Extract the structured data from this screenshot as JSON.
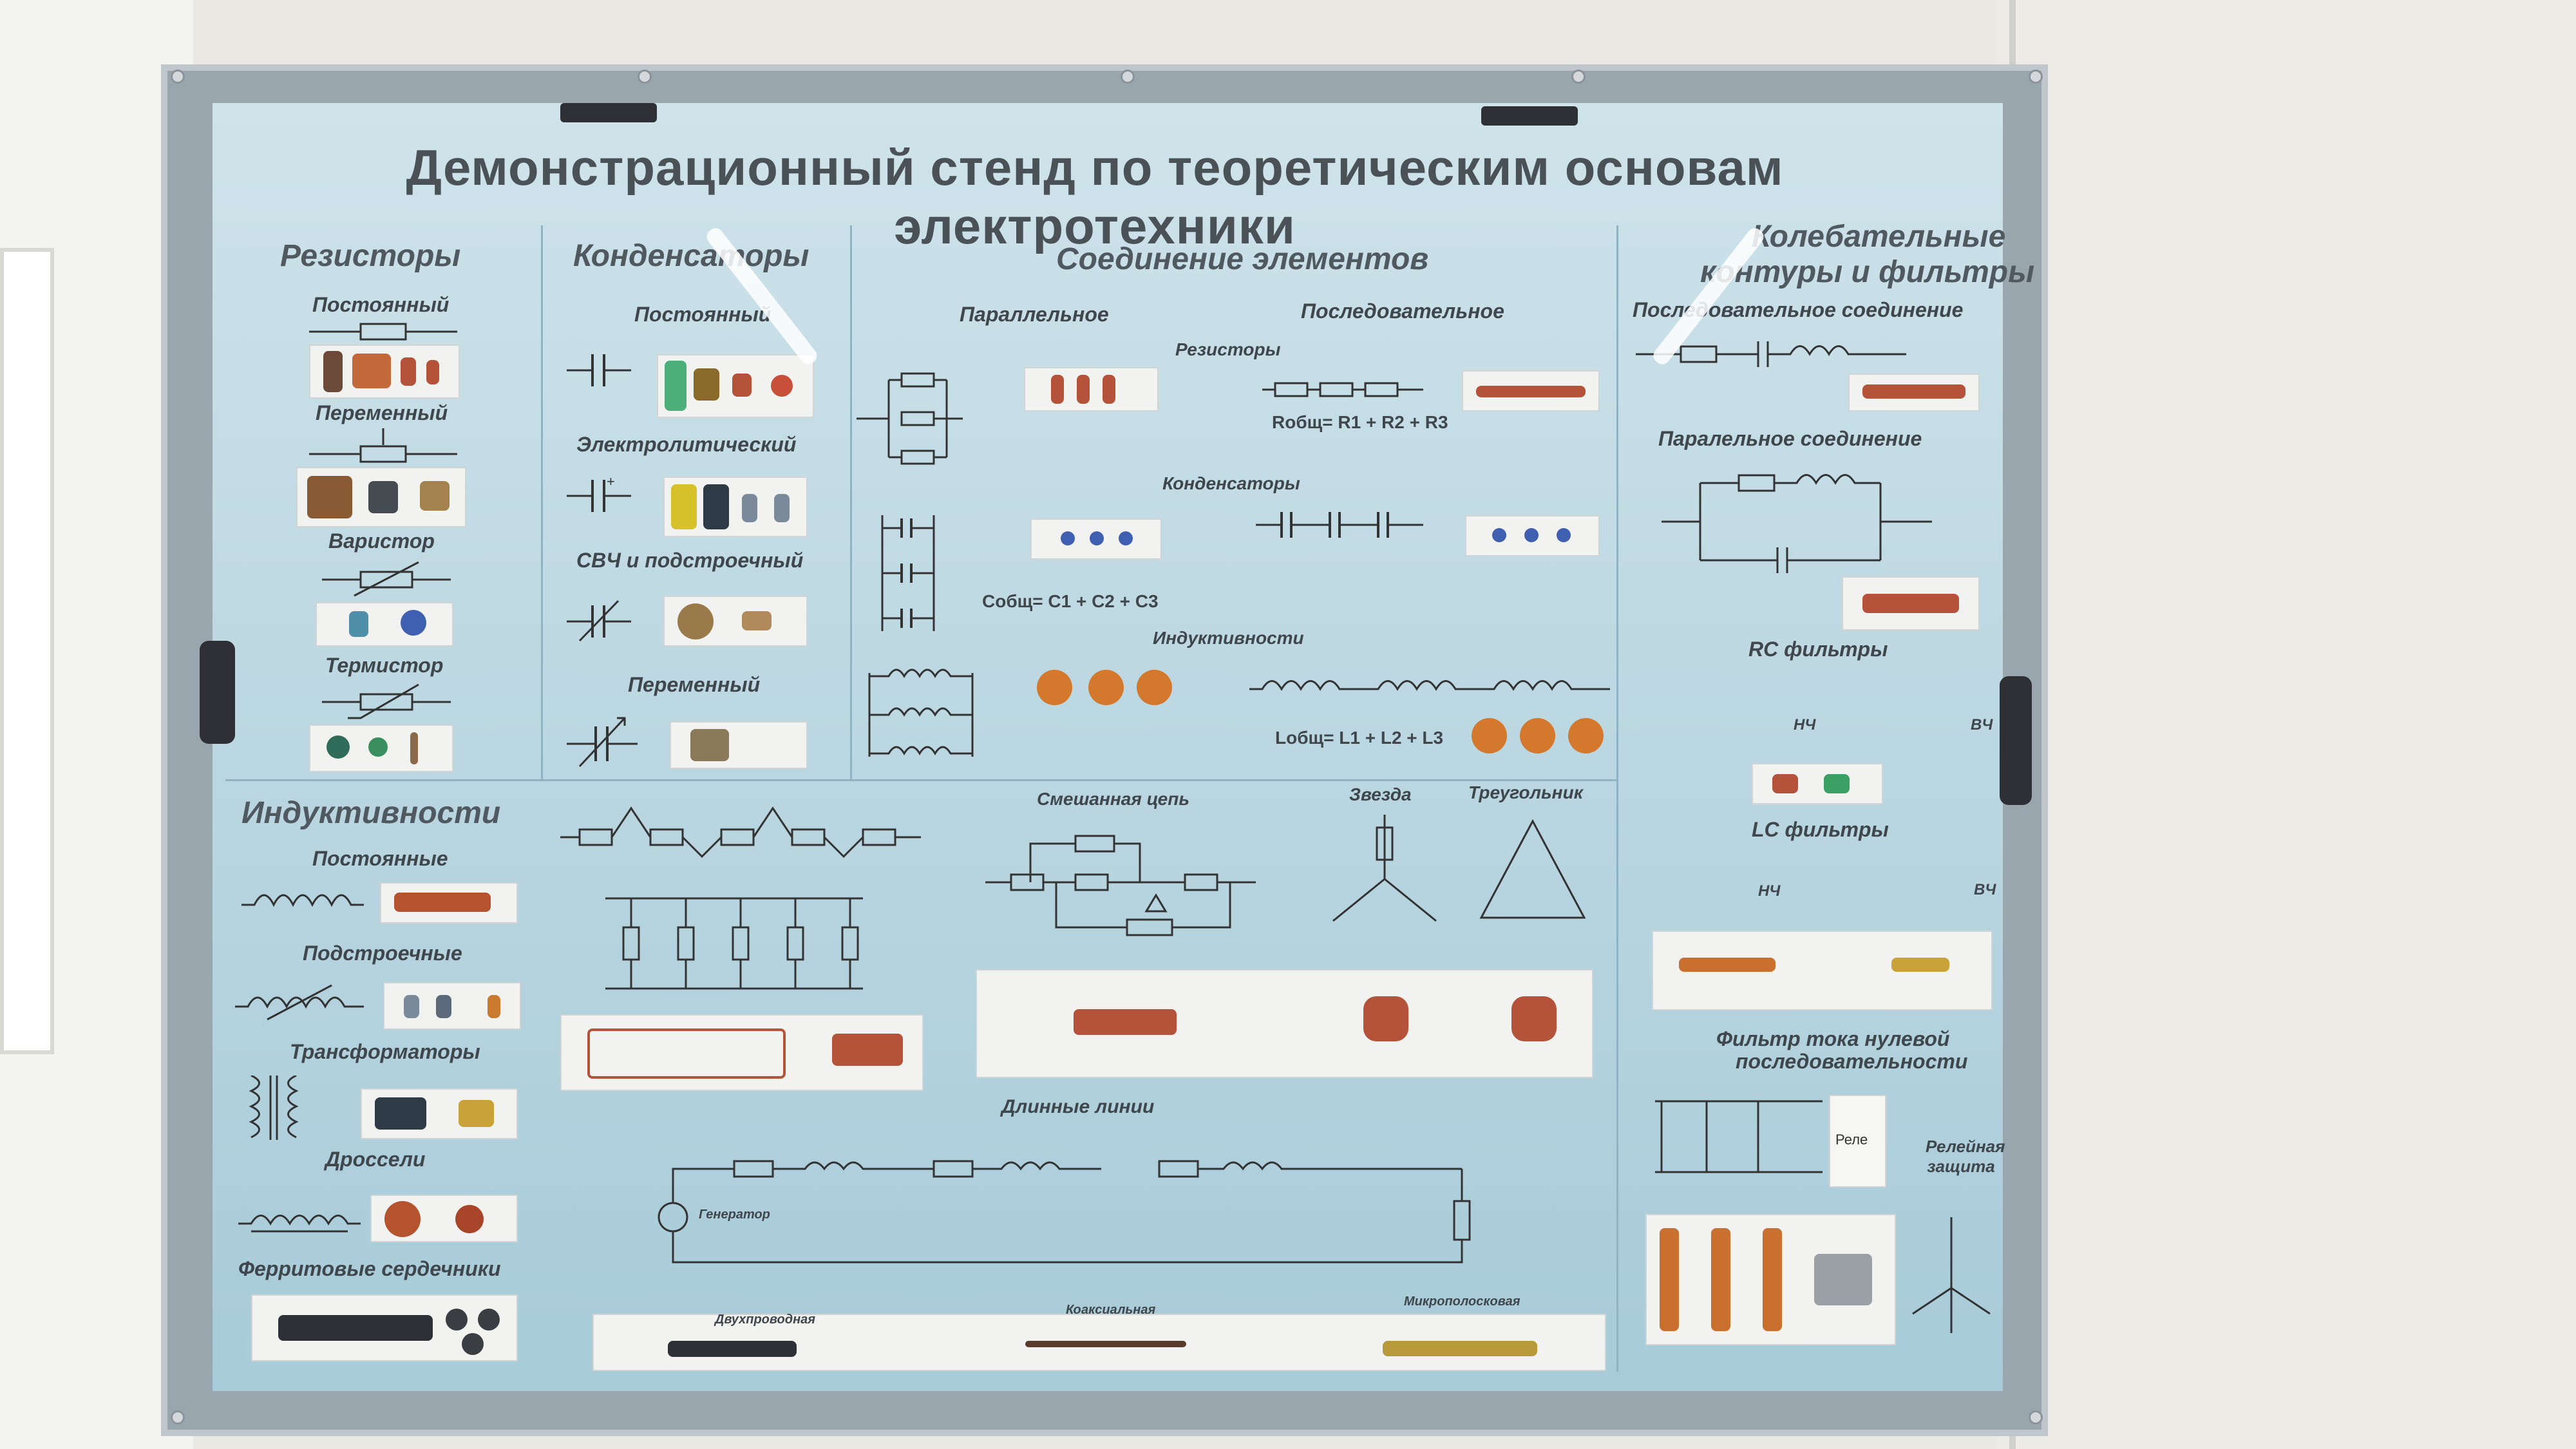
{
  "board": {
    "title": "Демонстрационный стенд по теоретическим основам электротехники"
  },
  "sections": {
    "resistors": {
      "title": "Резисторы",
      "items": [
        "Постоянный",
        "Переменный",
        "Варистор",
        "Термистор"
      ]
    },
    "capacitors": {
      "title": "Конденсаторы",
      "items": [
        "Постоянный",
        "Электролитический",
        "СВЧ и подстроечный",
        "Переменный"
      ]
    },
    "inductors": {
      "title": "Индуктивности",
      "items": [
        "Постоянные",
        "Подстроечные",
        "Трансформаторы",
        "Дроссели",
        "Ферритовые сердечники"
      ]
    },
    "connections": {
      "title": "Соединение элементов",
      "parallel": "Параллельное",
      "series": "Последовательное",
      "resistors": "Резисторы",
      "capacitors": "Конденсаторы",
      "inductances": "Индуктивности",
      "mixed": "Смешанная цепь",
      "star": "Звезда",
      "triangle": "Треугольник",
      "formulas": {
        "r_series": "Rобщ= R1 + R2 + R3",
        "c_parallel": "Cобщ= C1 + C2 + C3",
        "l_series": "Lобщ= L1 + L2 + L3"
      }
    },
    "filters": {
      "title_line1": "Колебательные",
      "title_line2": "контуры и фильтры",
      "series_conn": "Последовательное соединение",
      "parallel_conn": "Паралельное соединение",
      "rc": "RC фильтры",
      "lc": "LC фильтры",
      "zero_seq_line1": "Фильтр тока нулевой",
      "zero_seq_line2": "последовательности",
      "relay": "Реле",
      "relay_protection": "Релейная защита",
      "lf": "НЧ",
      "hf": "ВЧ"
    },
    "lines": {
      "title": "Длинные линии",
      "generator": "Генератор",
      "two_wire": "Двухпроводная",
      "coaxial": "Коаксиальная",
      "microstrip": "Микрополосковая"
    }
  },
  "colors": {
    "board_top": "#cfe3ea",
    "board_bottom": "#a7cbd8",
    "heading": "#505860",
    "resistor_body": "#b5533a",
    "inductor_copper": "#c9702e",
    "capacitor_blue": "#3f5fb0",
    "capacitor_green": "#4caf7a"
  }
}
